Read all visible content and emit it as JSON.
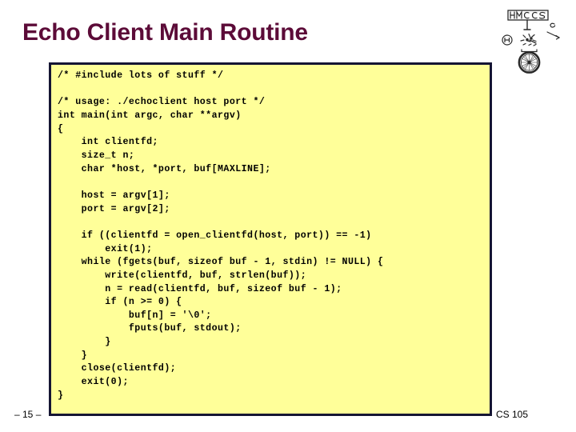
{
  "slide": {
    "title": "Echo Client Main Routine",
    "title_color": "#5c0b38",
    "background_color": "#ffffff",
    "page_number": "– 15 –",
    "course_label": "CS 105"
  },
  "logo": {
    "name": "hmc-cs-sketch-logo",
    "alt_text": "HMC CS",
    "description": "hand-drawn sketch of HMC CS sign above a penny-farthing wheel"
  },
  "code_block": {
    "background_color": "#ffff99",
    "border_color": "#151533",
    "language": "c",
    "listing": "/* #include lots of stuff */\n\n/* usage: ./echoclient host port */\nint main(int argc, char **argv)\n{\n    int clientfd;\n    size_t n;\n    char *host, *port, buf[MAXLINE];\n\n    host = argv[1];\n    port = argv[2];\n\n    if ((clientfd = open_clientfd(host, port)) == -1)\n        exit(1);\n    while (fgets(buf, sizeof buf - 1, stdin) != NULL) {\n        write(clientfd, buf, strlen(buf));\n        n = read(clientfd, buf, sizeof buf - 1);\n        if (n >= 0) {\n            buf[n] = '\\0';\n            fputs(buf, stdout);\n        }\n    }\n    close(clientfd);\n    exit(0);\n}"
  }
}
